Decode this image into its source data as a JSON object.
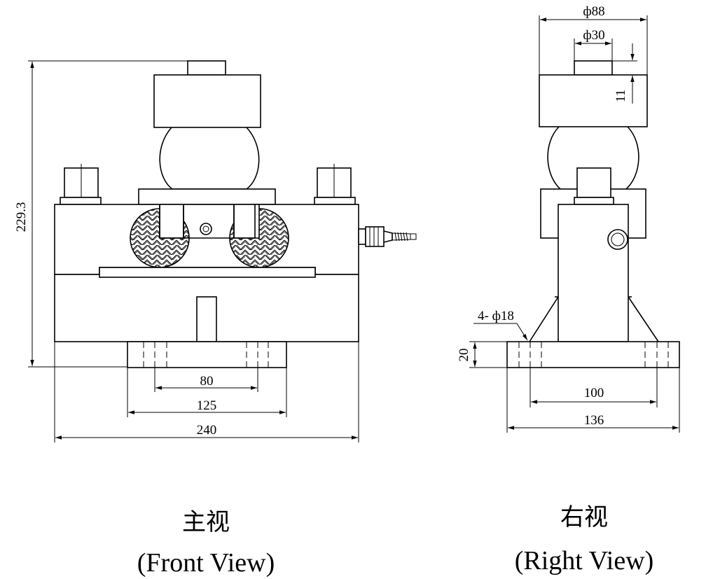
{
  "front_view": {
    "dims": {
      "height": "229.3",
      "bolt_pitch_inner": "80",
      "base_width": "125",
      "overall_width": "240"
    },
    "caption_cn": "主视",
    "caption_en": "(Front View)"
  },
  "right_view": {
    "dims": {
      "top_diameter": "ф88",
      "pin_diameter": "ф30",
      "pin_height": "11",
      "holes": "4- ф18",
      "base_thickness": "20",
      "hole_pitch": "100",
      "base_length": "136"
    },
    "caption_cn": "右视",
    "caption_en": "(Right View)"
  }
}
